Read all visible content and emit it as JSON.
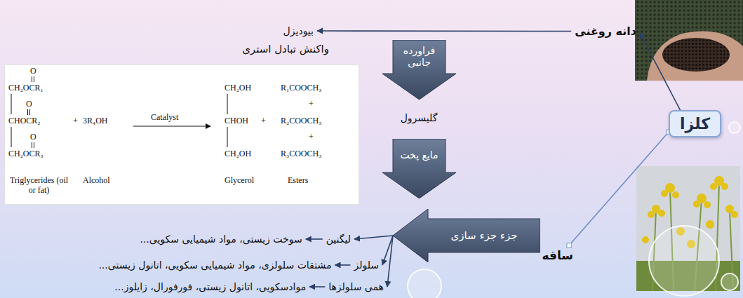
{
  "diagram": {
    "nodes": [
      {
        "text": [
          "کلزا"
        ]
      },
      {
        "text": [
          "دانه روغنی"
        ]
      },
      {
        "text": [
          "بیودیزل"
        ]
      },
      {
        "text": [
          "واکنش تبادل استری"
        ]
      },
      {
        "text": [
          "فراورده جانبی"
        ]
      },
      {
        "text": [
          "گلیسرول"
        ]
      },
      {
        "text": [
          "مایع پخت"
        ]
      },
      {
        "text": [
          "ساقه"
        ]
      },
      {
        "text": [
          "جزء جزء سازی"
        ]
      },
      {
        "text": [
          "لیگنین"
        ]
      },
      {
        "text": [
          "سوخت زیستی، مواد شیمیایی سکویی..."
        ]
      },
      {
        "text": [
          "سلولز"
        ]
      },
      {
        "text": [
          "مشتقات سلولزی، مواد شیمیایی سکویی، اتانول زیستی..."
        ]
      },
      {
        "text": [
          "همی سلولزها"
        ]
      },
      {
        "text": [
          "موادسکویی، اتانول زیستی، فورفورال، زایلوز..."
        ]
      }
    ],
    "edges": [
      {
        "from": 0,
        "to": 1,
        "arrow": "to"
      },
      {
        "from": 1,
        "to": 2,
        "arrow": "to"
      },
      {
        "from": 0,
        "to": 7,
        "arrow": "none"
      },
      {
        "from": 8,
        "to": 9,
        "arrow": "to"
      },
      {
        "from": 8,
        "to": 11,
        "arrow": "to"
      },
      {
        "from": 8,
        "to": 13,
        "arrow": "to"
      },
      {
        "from": 9,
        "to": 10,
        "arrow": "to"
      },
      {
        "from": 11,
        "to": 12,
        "arrow": "to"
      },
      {
        "from": 13,
        "to": 14,
        "arrow": "to"
      }
    ],
    "labels": [
      "O",
      "CH₂OCR₁",
      "O",
      "CHOCR₂",
      "+",
      "3R₄OH",
      "O",
      "CH₂OCR₃",
      "Catalyst",
      "CH₂OH",
      "R₁COOCH₃",
      "+",
      "CHOH",
      "+",
      "R₂COOCH₃",
      "+",
      "CH₂OH",
      "R₃COOCH₃",
      "Triglycerides (oil or fat)",
      "Alcohol",
      "Glycerol",
      "Esters"
    ]
  }
}
